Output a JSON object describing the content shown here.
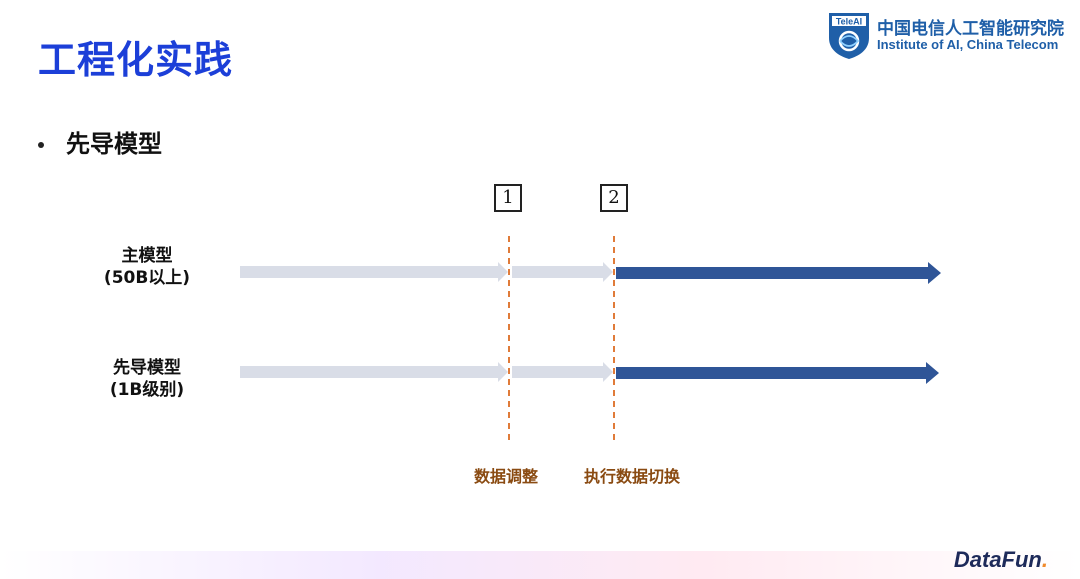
{
  "slide": {
    "title": "工程化实践"
  },
  "logo": {
    "badge_text": "TeleAI",
    "org_name_cn": "中国电信人工智能研究院",
    "org_name_en": "Institute of AI, China Telecom"
  },
  "bullet": {
    "text": "先导模型"
  },
  "diagram": {
    "rows": [
      {
        "line1": "主模型",
        "line2": "(50B以上)"
      },
      {
        "line1": "先导模型",
        "line2": "(1B级别)"
      }
    ],
    "steps": [
      {
        "number": "1",
        "event": "数据调整"
      },
      {
        "number": "2",
        "event": "执行数据切换"
      }
    ],
    "colors": {
      "before_phase": "#d9dde7",
      "after_phase": "#2f5597",
      "marker_line": "#e07b39",
      "event_text": "#8a4b12"
    }
  },
  "footer": {
    "brand_main": "DataFun",
    "brand_dot": "."
  }
}
